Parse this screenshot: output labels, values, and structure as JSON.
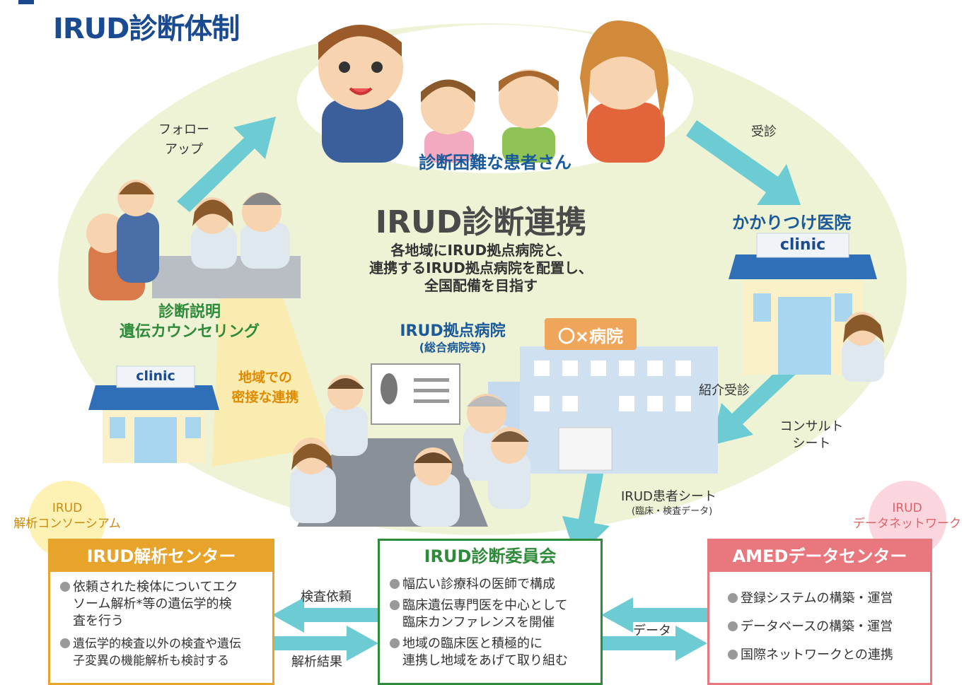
{
  "title": "IRUD診断体制",
  "center": {
    "title": "IRUD診断連携",
    "desc_lines": [
      "各地域にIRUD拠点病院と、",
      "連携するIRUD拠点病院を配置し、",
      "全国配備を目指す"
    ]
  },
  "patients": "診断困難な患者さん",
  "arrows": {
    "followup_lines": [
      "フォロー",
      "アップ"
    ],
    "visit": "受診",
    "referral": "紹介受診",
    "consult_lines": [
      "コンサルト",
      "シート"
    ],
    "patient_sheet": "IRUD患者シート",
    "patient_sheet_sub": "(臨床・検査データ)",
    "test_request": "検査依頼",
    "results": "解析結果",
    "data": "データ"
  },
  "clinic": {
    "label": "かかりつけ医院",
    "sign": "clinic"
  },
  "local_clinic_sign": "clinic",
  "hospital": {
    "label": "IRUD拠点病院",
    "sub": "(総合病院等)",
    "sign": "〇×病院"
  },
  "explain_lines": [
    "診断説明",
    "遺伝カウンセリング"
  ],
  "regional_lines": [
    "地域での",
    "密接な連携"
  ],
  "consortium": {
    "line1": "IRUD",
    "line2": "解析コンソーシアム"
  },
  "network": {
    "line1": "IRUD",
    "line2": "データネットワーク"
  },
  "analysis_center": {
    "title": "IRUD解析センター",
    "items": [
      [
        "依頼された検体についてエク",
        "ソーム解析*等の遺伝学的検",
        "査を行う"
      ],
      [
        "遺伝学的検査以外の検査や遺伝",
        "子変異の機能解析も検討する"
      ]
    ]
  },
  "committee": {
    "title": "IRUD診断委員会",
    "items": [
      [
        "幅広い診療科の医師で構成"
      ],
      [
        "臨床遺伝専門医を中心として",
        "臨床カンファレンスを開催"
      ],
      [
        "地域の臨床医と積極的に",
        "連携し地域をあげて取り組む"
      ]
    ]
  },
  "amed": {
    "title": "AMEDデータセンター",
    "items": [
      [
        "登録システムの構築・運営"
      ],
      [
        "データベースの構築・運営"
      ],
      [
        "国際ネットワークとの連携"
      ]
    ]
  },
  "colors": {
    "ellipse": "#eef3d6",
    "arrow": "#6ccbd3",
    "orange": "#e8a32a",
    "green": "#2e8b3a",
    "pink": "#e8777e"
  }
}
